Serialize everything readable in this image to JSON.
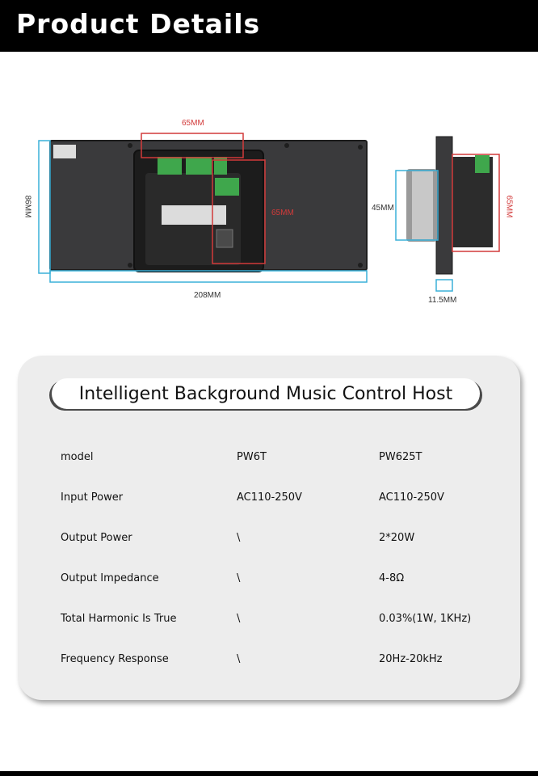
{
  "header": {
    "title": "Product Details"
  },
  "dimensions": {
    "front_width": "208MM",
    "front_height": "86MM",
    "module_width": "65MM",
    "module_height": "65MM",
    "side_height": "45MM",
    "side_depth": "11.5MM",
    "side_module": "65MM"
  },
  "spec": {
    "title": "Intelligent Background Music Control Host",
    "rows": [
      {
        "label": "model",
        "pw6t": "PW6T",
        "pw625t": "PW625T"
      },
      {
        "label": "Input Power",
        "pw6t": "AC110-250V",
        "pw625t": "AC110-250V"
      },
      {
        "label": "Output Power",
        "pw6t": "\\",
        "pw625t": "2*20W"
      },
      {
        "label": "Output Impedance",
        "pw6t": "\\",
        "pw625t": "4-8Ω"
      },
      {
        "label": "Total Harmonic Is True",
        "pw6t": "\\",
        "pw625t": "0.03%(1W, 1KHz)"
      },
      {
        "label": "Frequency Response",
        "pw6t": "\\",
        "pw625t": "20Hz-20kHz"
      }
    ]
  }
}
